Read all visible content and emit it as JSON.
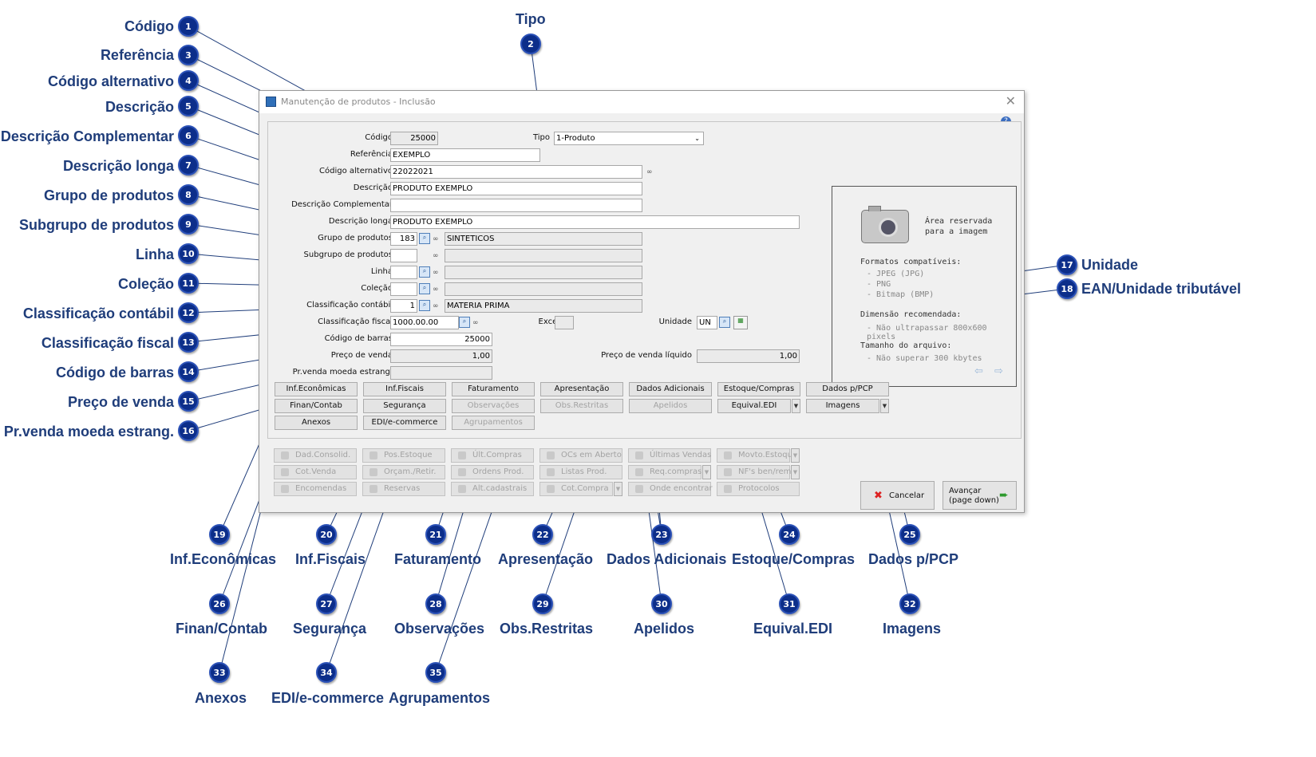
{
  "window": {
    "title": "Manutenção de produtos - Inclusão",
    "close": "✕",
    "help": "?"
  },
  "form": {
    "codigo": {
      "label": "Código",
      "value": "25000"
    },
    "tipo": {
      "label": "Tipo",
      "value": "1-Produto"
    },
    "referencia": {
      "label": "Referência",
      "value": "EXEMPLO"
    },
    "codigo_alternativo": {
      "label": "Código alternativo",
      "value": "22022021"
    },
    "descricao": {
      "label": "Descrição",
      "value": "PRODUTO EXEMPLO"
    },
    "descricao_complementar": {
      "label": "Descrição Complementar",
      "value": ""
    },
    "descricao_longa": {
      "label": "Descrição longa",
      "value": "PRODUTO EXEMPLO"
    },
    "grupo": {
      "label": "Grupo de produtos",
      "code": "183",
      "desc": "SINTETICOS"
    },
    "subgrupo": {
      "label": "Subgrupo de produtos",
      "code": "",
      "desc": ""
    },
    "linha": {
      "label": "Linha",
      "code": "",
      "desc": ""
    },
    "colecao": {
      "label": "Coleção",
      "code": "",
      "desc": ""
    },
    "class_contabil": {
      "label": "Classificação contábil",
      "code": "1",
      "desc": "MATERIA PRIMA"
    },
    "class_fiscal": {
      "label": "Classificação fiscal",
      "value": "1000.00.00"
    },
    "excecao": {
      "label": "Exceção",
      "value": ""
    },
    "unidade": {
      "label": "Unidade",
      "value": "UN"
    },
    "codigo_barras": {
      "label": "Código de barras",
      "value": "25000"
    },
    "preco_venda": {
      "label": "Preço de venda",
      "value": "1,00"
    },
    "preco_liquido": {
      "label": "Preço de venda líquido",
      "value": "1,00"
    },
    "pr_moeda": {
      "label": "Pr.venda moeda estrang.",
      "value": ""
    }
  },
  "image_area": {
    "reserved1": "Área reservada",
    "reserved2": "para a imagem",
    "formats_title": "Formatos compatíveis:",
    "f1": "- JPEG (JPG)",
    "f2": "- PNG",
    "f3": "- Bitmap (BMP)",
    "dim_title": "Dimensão recomendada:",
    "dim": "- Não ultrapassar 800x600 pixels",
    "size_title": "Tamanho do arquivo:",
    "size": "- Não superar 300 kbytes",
    "prev": "⇦",
    "next": "⇨"
  },
  "tabs": {
    "row1": [
      "Inf.Econômicas",
      "Inf.Fiscais",
      "Faturamento",
      "Apresentação",
      "Dados Adicionais",
      "Estoque/Compras",
      "Dados p/PCP"
    ],
    "row2": [
      "Finan/Contab",
      "Segurança",
      "Observações",
      "Obs.Restritas",
      "Apelidos",
      "Equival.EDI",
      "Imagens"
    ],
    "row3": [
      "Anexos",
      "EDI/e-commerce",
      "Agrupamentos"
    ]
  },
  "shortcuts": {
    "row1": [
      "Dad.Consolid.",
      "Pos.Estoque",
      "Últ.Compras",
      "OCs em Aberto",
      "Últimas Vendas",
      "Movto.Estoque"
    ],
    "row2": [
      "Cot.Venda",
      "Orçam./Retir.",
      "Ordens Prod.",
      "Listas Prod.",
      "Req.compras",
      "NF's ben/rem."
    ],
    "row3": [
      "Encomendas",
      "Reservas",
      "Alt.cadastrais",
      "Cot.Compra",
      "Onde encontrar",
      "Protocolos"
    ]
  },
  "actions": {
    "cancel": "Cancelar",
    "next1": "Avançar",
    "next2": "(page down)"
  },
  "callouts": {
    "c1": "Código",
    "c2": "Tipo",
    "c3": "Referência",
    "c4": "Código alternativo",
    "c5": "Descrição",
    "c6": "Descrição Complementar",
    "c7": "Descrição longa",
    "c8": "Grupo de produtos",
    "c9": "Subgrupo de produtos",
    "c10": "Linha",
    "c11": "Coleção",
    "c12": "Classificação contábil",
    "c13": "Classificação fiscal",
    "c14": "Código de barras",
    "c15": "Preço de venda",
    "c16": "Pr.venda moeda estrang.",
    "c17": "Unidade",
    "c18": "EAN/Unidade tributável",
    "c19": "Inf.Econômicas",
    "c20": "Inf.Fiscais",
    "c21": "Faturamento",
    "c22": "Apresentação",
    "c23": "Dados Adicionais",
    "c24": "Estoque/Compras",
    "c25": "Dados p/PCP",
    "c26": "Finan/Contab",
    "c27": "Segurança",
    "c28": "Observações",
    "c29": "Obs.Restritas",
    "c30": "Apelidos",
    "c31": "Equival.EDI",
    "c32": "Imagens",
    "c33": "Anexos",
    "c34": "EDI/e-commerce",
    "c35": "Agrupamentos"
  },
  "badges": {
    "b1": "1",
    "b2": "2",
    "b3": "3",
    "b4": "4",
    "b5": "5",
    "b6": "6",
    "b7": "7",
    "b8": "8",
    "b9": "9",
    "b10": "10",
    "b11": "11",
    "b12": "12",
    "b13": "13",
    "b14": "14",
    "b15": "15",
    "b16": "16",
    "b17": "17",
    "b18": "18",
    "b19": "19",
    "b20": "20",
    "b21": "21",
    "b22": "22",
    "b23": "23",
    "b24": "24",
    "b25": "25",
    "b26": "26",
    "b27": "27",
    "b28": "28",
    "b29": "29",
    "b30": "30",
    "b31": "31",
    "b32": "32",
    "b33": "33",
    "b34": "34",
    "b35": "35"
  },
  "colors": {
    "callout_text": "#1f3d7a",
    "badge_bg": "#0c2e8a",
    "line": "#1f3d7a"
  }
}
